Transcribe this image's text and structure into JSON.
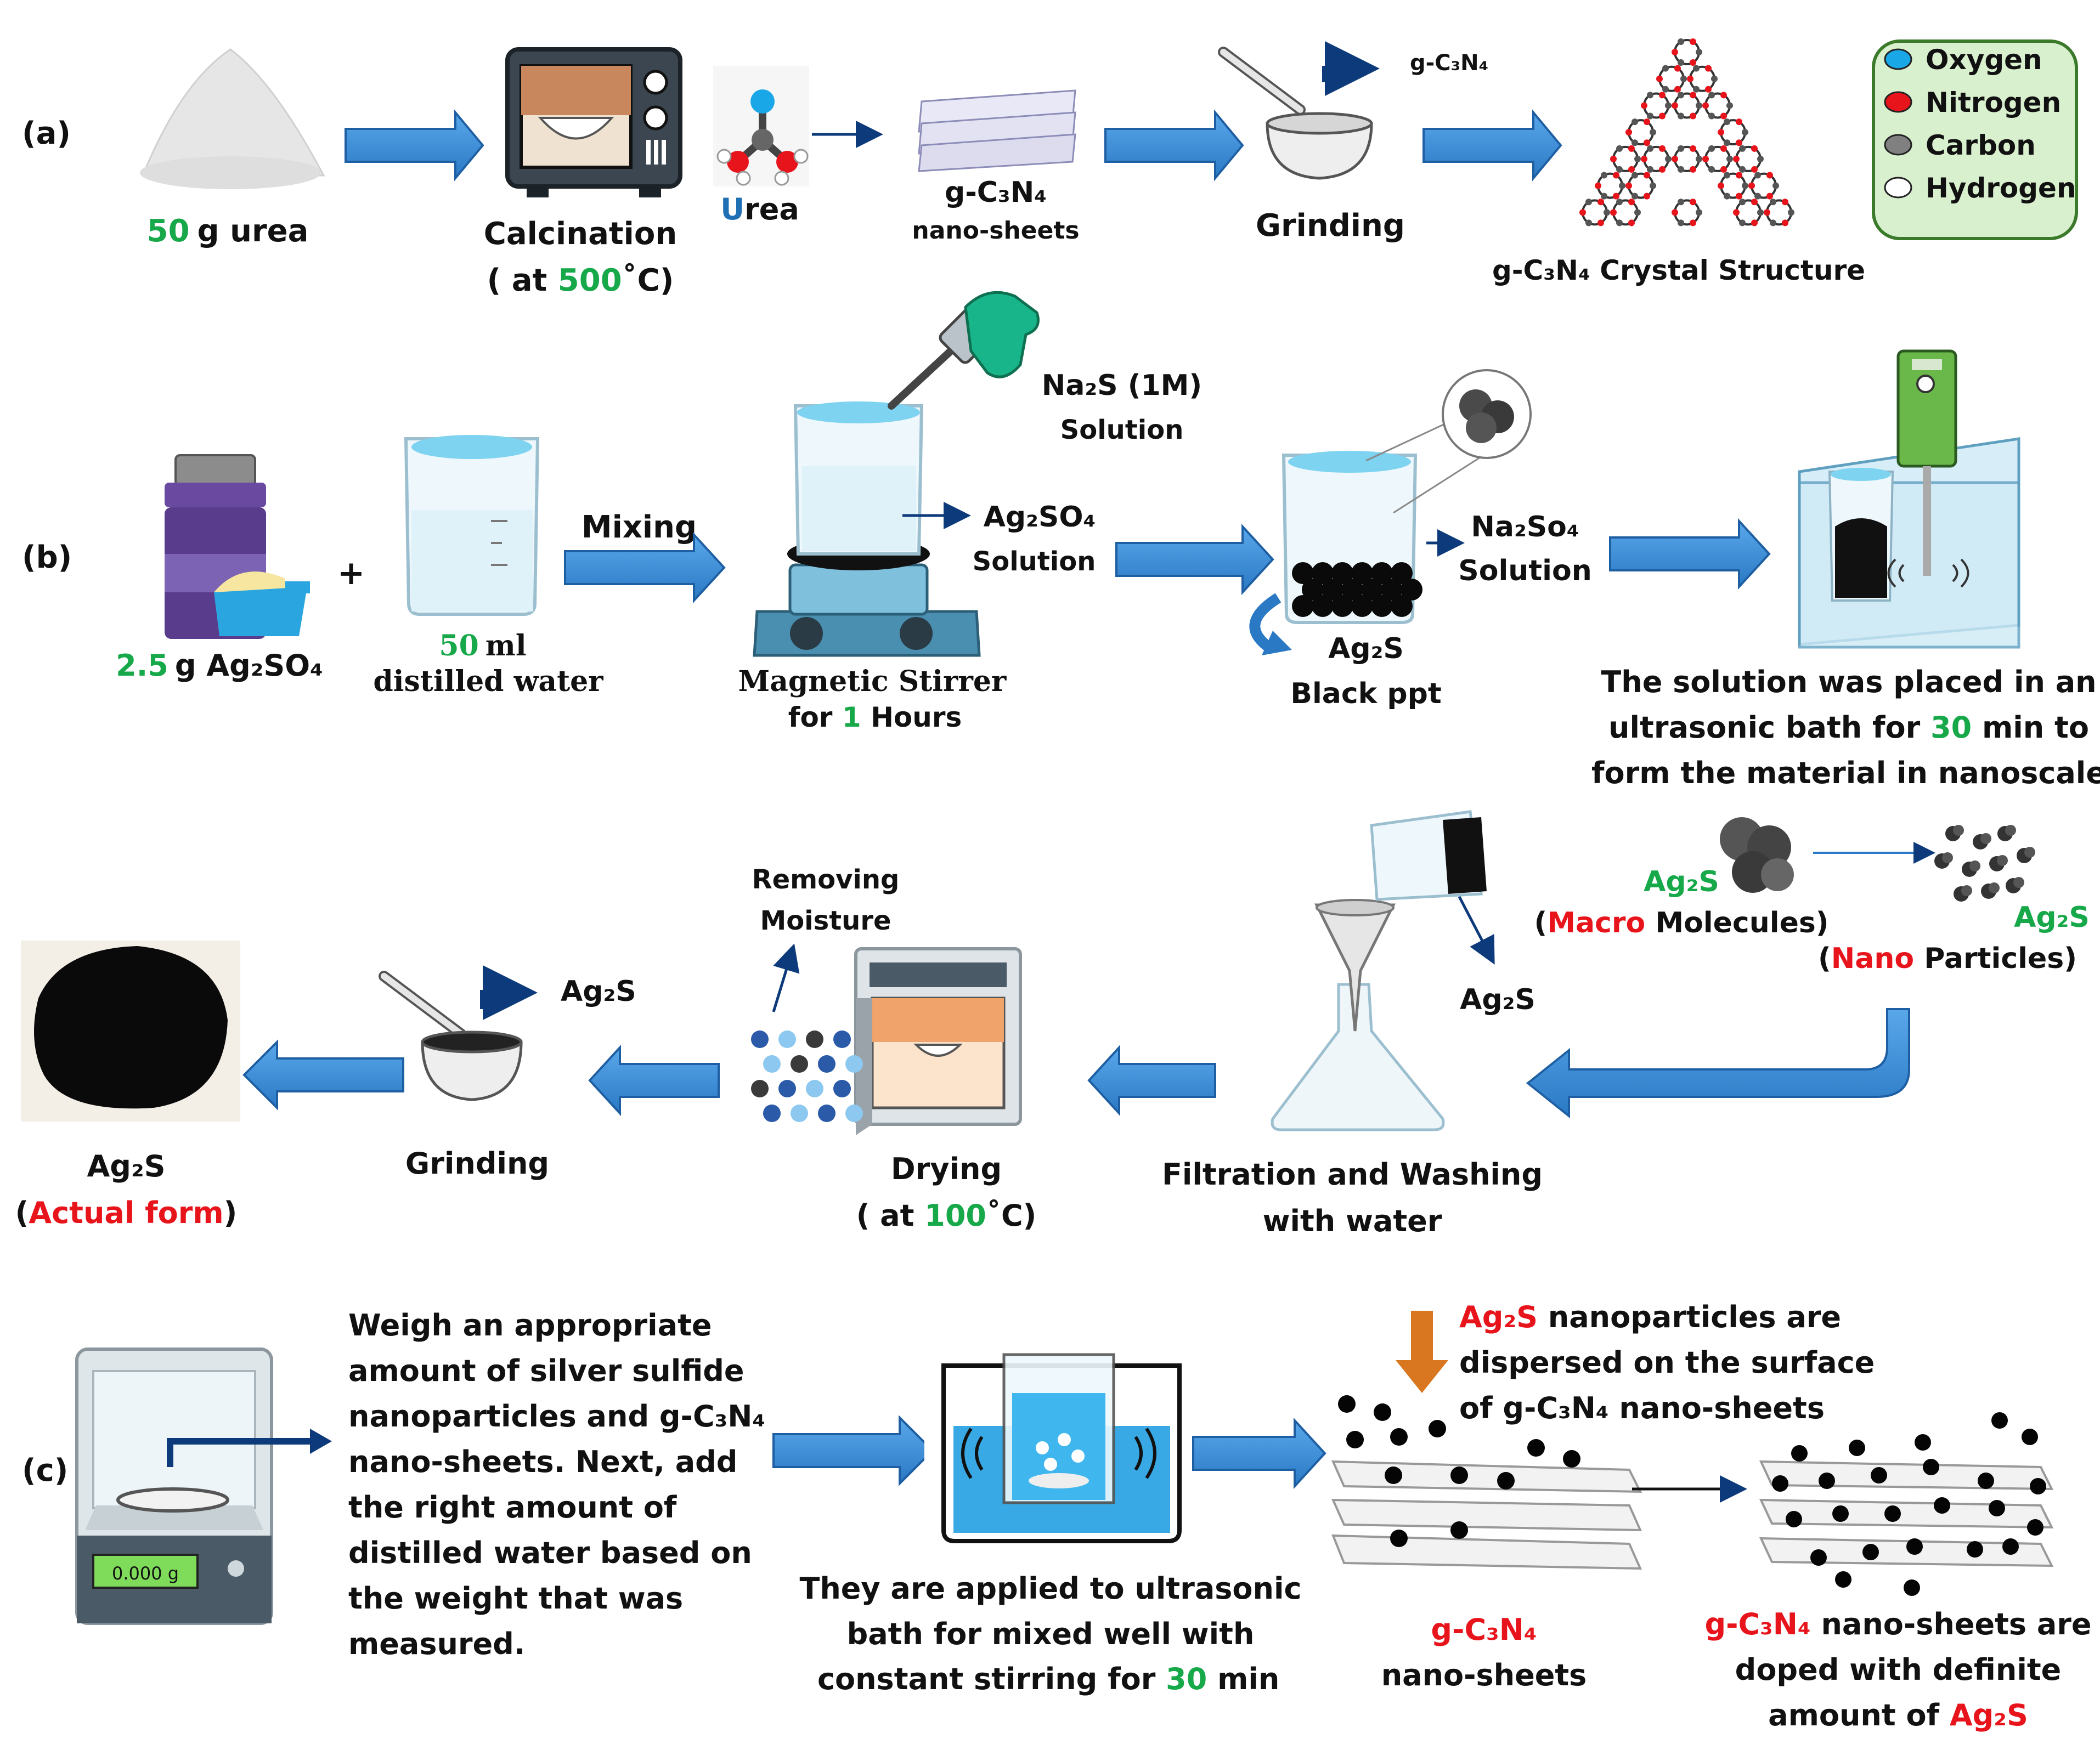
{
  "panel_labels": {
    "a": "(a)",
    "b": "(b)",
    "c": "(c)"
  },
  "legend": {
    "items": [
      {
        "label": "Oxygen",
        "color": "#1aa7e8"
      },
      {
        "label": "Nitrogen",
        "color": "#e8141b"
      },
      {
        "label": "Carbon",
        "color": "#808080"
      },
      {
        "label": "Hydrogen",
        "color": "#ffffff"
      }
    ]
  },
  "colors": {
    "arrow": "#3d8fd6",
    "accent_green": "#17a84a",
    "accent_red": "#e8141b",
    "legend_bg": "#d9f0cf",
    "legend_border": "#3a7a2a"
  },
  "a": {
    "urea_amount": "50",
    "urea_unit": "g urea",
    "calcination_title": "Calcination",
    "calcination_at_open": "( at ",
    "calcination_temp": "500",
    "calcination_close": "˚C)",
    "urea_label_u": "U",
    "urea_label_rest": "rea",
    "nanosheets_title": "g-C₃N₄",
    "nanosheets_sub": "nano-sheets",
    "grinding_out": "g-C₃N₄",
    "grinding": "Grinding",
    "crystal": "g-C₃N₄ Crystal Structure"
  },
  "b": {
    "salt_amount": "2.5",
    "salt_label": "g Ag₂SO₄",
    "plus": "+",
    "water_amount": "50",
    "water_unit": "ml",
    "water_label": "distilled water",
    "mixing": "Mixing",
    "na2s_line1": "Na₂S (1M)",
    "na2s_line2": "Solution",
    "ag2so4_line1": "Ag₂SO₄",
    "ag2so4_line2": "Solution",
    "stirrer_line1": "Magnetic Stirrer",
    "stirrer_for": "for ",
    "stirrer_hours": "1",
    "stirrer_unit": " Hours",
    "na2so4_line1": "Na₂So₄",
    "na2so4_line2": "Solution",
    "ppt_line1": "Ag₂S",
    "ppt_line2": "Black ppt",
    "ultra_line1": "The solution was placed in an",
    "ultra_line2_a": "ultrasonic bath for ",
    "ultra_line2_num": "30",
    "ultra_line2_b": " min  to",
    "ultra_line3": "form the material in nanoscale",
    "macro_ag2s": "Ag₂S",
    "macro_open": "(",
    "macro_word": "Macro",
    "macro_rest": " Molecules)",
    "nano_ag2s": "Ag₂S",
    "nano_open": "(",
    "nano_word": "Nano",
    "nano_rest": " Particles)",
    "filter_ag2s": "Ag₂S",
    "filter_line1": "Filtration and Washing",
    "filter_line2": "with water",
    "moisture_line1": "Removing",
    "moisture_line2": "Moisture",
    "drying": "Drying",
    "drying_at_open": "( at ",
    "drying_temp": "100",
    "drying_close": "˚C)",
    "grind_out": "Ag₂S",
    "grinding": "Grinding",
    "actual_line1": "Ag₂S",
    "actual_open": "(",
    "actual_word": "Actual form",
    "actual_close": ")"
  },
  "c": {
    "balance_display": "0.000  g",
    "weigh_lines": [
      "Weigh  an  appropriate",
      "amount  of  silver sulfide",
      "nanoparticles and g-C₃N₄",
      "nano-sheets.  Next,  add",
      "the   right   amount   of",
      "distilled water based on",
      "the    weight    that    was",
      "measured."
    ],
    "bath_line1": "They are applied to ultrasonic",
    "bath_line2": "bath   for   mixed   well   with",
    "bath_line3_a": "constant stirring for ",
    "bath_line3_num": "30",
    "bath_line3_b": " min",
    "disp_ag2s": "Ag₂S",
    "disp_line1_rest": " nanoparticles are",
    "disp_line2": "dispersed on the surface",
    "disp_line3": "of g-C₃N₄ nano-sheets",
    "sheets_line1": "g-C₃N₄",
    "sheets_line2": "nano-sheets",
    "doped_line1_a": "g-C₃N₄",
    "doped_line1_b": " nano-sheets are",
    "doped_line2": "doped with definite",
    "doped_line3_a": "amount of ",
    "doped_line3_b": "Ag₂S"
  }
}
